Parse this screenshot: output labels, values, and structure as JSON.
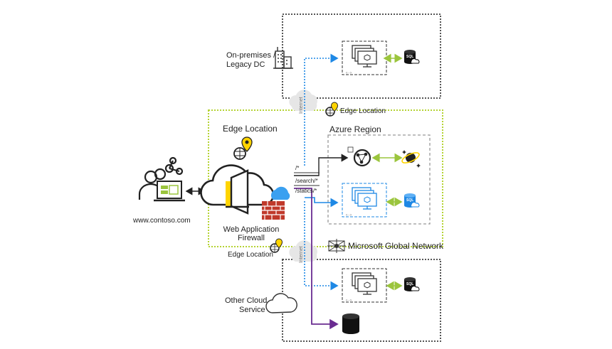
{
  "labels": {
    "onprem": "On-premises / Legacy DC",
    "onprem_line1": "On-premises /",
    "onprem_line2": "Legacy DC",
    "edge_top": "Edge Location",
    "edge_left": "Edge Location",
    "edge_bottom": "Edge Location",
    "azure_region": "Azure Region",
    "site": "www.contoso.com",
    "waf_line1": "Web Application",
    "waf_line2": "Firewall",
    "msgn": "Microsoft Global Network",
    "other_line1": "Other Cloud",
    "other_line2": "Service",
    "internet_top": "Internet",
    "internet_bottom": "Internet",
    "route1": "/*",
    "route2": "/search/*",
    "route3": "/statics/*",
    "sql": "SQL"
  },
  "colors": {
    "green_dashed": "#b5d334",
    "blue_route": "#1e88e5",
    "purple_route": "#6a2c91",
    "gray_dashed": "#555555",
    "accent_green": "#9bc53d",
    "yellow_pin": "#ffd400",
    "brick": "#c0392b",
    "cloud_blue": "#3aa0f0"
  },
  "icons": [
    "user-network-icon",
    "laptop-icon",
    "cloud-door-icon",
    "firewall-icon",
    "map-pin-icon",
    "globe-pin-icon",
    "building-icon",
    "server-stack-icon",
    "sql-database-icon",
    "search-globe-icon",
    "cosmos-icon",
    "database-icon",
    "cloud-outline-icon",
    "network-mesh-icon"
  ]
}
